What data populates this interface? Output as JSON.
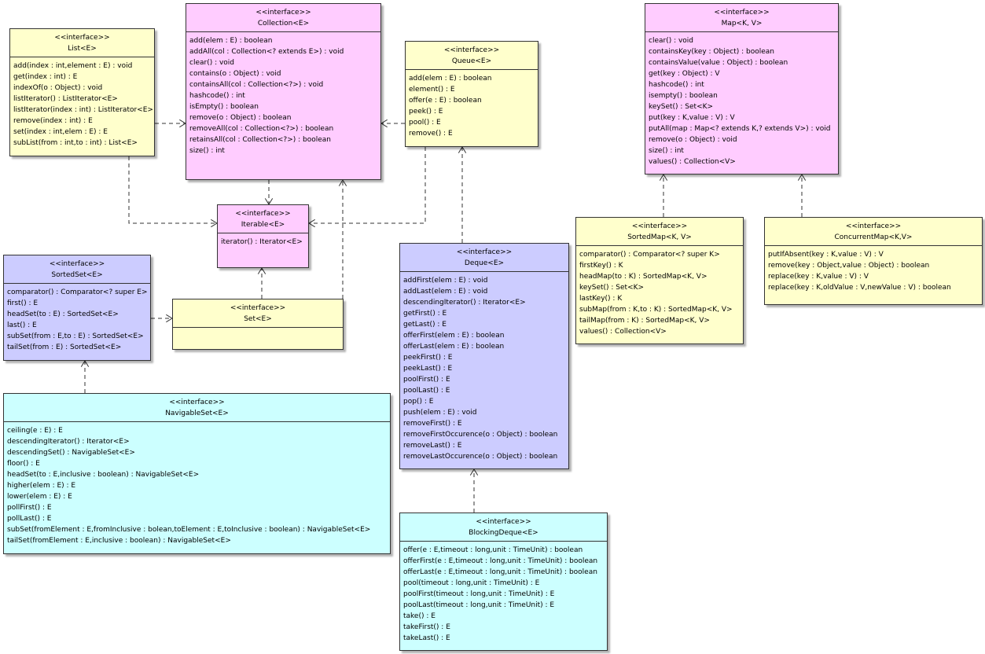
{
  "stereotype": "<<interface>>",
  "colors": {
    "yellow": "#ffffcc",
    "pink": "#ffccff",
    "violet": "#ccccff",
    "cyan": "#ccffff",
    "border": "#333333"
  },
  "interfaces": {
    "list": {
      "name": "List<E>",
      "ops": [
        "add(index : int,element : E) : void",
        "get(index : int) : E",
        "indexOf(o : Object) : void",
        "listIterator() : ListIterator<E>",
        "listIterator(index : int) : ListIterator<E>",
        "remove(index : int) : E",
        "set(index : int,elem : E) : E",
        "subList(from : int,to : int) : List<E>"
      ]
    },
    "collection": {
      "name": "Collection<E>",
      "ops": [
        "add(elem : E) : boolean",
        "addAll(col : Collection<? extends E>) : void",
        "clear() : void",
        "contains(o : Object) : void",
        "containsAll(col : Collection<?>) : void",
        "hashcode() : int",
        "isEmpty() : boolean",
        "remove(o : Object) : boolean",
        "removeAll(col : Collection<?>) : boolean",
        "retainsAll(col : Collection<?>) : boolean",
        "size() : int"
      ]
    },
    "queue": {
      "name": "Queue<E>",
      "ops": [
        "add(elem : E) : boolean",
        "element() : E",
        "offer(e : E) : boolean",
        "peek() : E",
        "pool() : E",
        "remove() : E"
      ]
    },
    "map": {
      "name": "Map<K, V>",
      "ops": [
        "clear() : void",
        "containsKey(key : Object) : boolean",
        "containsValue(value : Object) : boolean",
        "get(key : Object) : V",
        "hashcode() : int",
        "isempty() : boolean",
        "keySet() : Set<K>",
        "put(key : K,value : V) : V",
        "putAll(map : Map<? extends K,? extends V>) : void",
        "remove(o : Object) : void",
        "size() : int",
        "values() : Collection<V>"
      ]
    },
    "iterable": {
      "name": "Iterable<E>",
      "ops": [
        "iterator() : Iterator<E>"
      ]
    },
    "sortedset": {
      "name": "SortedSet<E>",
      "ops": [
        "comparator() : Comparator<? super E>",
        "first() : E",
        "headSet(to : E) : SortedSet<E>",
        "last() : E",
        "subSet(from : E,to : E) : SortedSet<E>",
        "tailSet(from : E) : SortedSet<E>"
      ]
    },
    "set": {
      "name": "Set<E>",
      "ops": []
    },
    "deque": {
      "name": "Deque<E>",
      "ops": [
        "addFirst(elem : E) : void",
        "addLast(elem : E) : void",
        "descendingIterator() : Iterator<E>",
        "getFirst() : E",
        "getLast() : E",
        "offerFirst(elem : E) : boolean",
        "offerLast(elem : E) : boolean",
        "peekFirst() : E",
        "peekLast() : E",
        "poolFirst() : E",
        "poolLast() : E",
        "pop() : E",
        "push(elem : E) : void",
        "removeFirst() : E",
        "removeFirstOccurence(o : Object) : boolean",
        "removeLast() : E",
        "removeLastOccurence(o : Object) : boolean"
      ]
    },
    "sortedmap": {
      "name": "SortedMap<K, V>",
      "ops": [
        "comparator() : Comparator<? super K>",
        "firstKey() : K",
        "headMap(to : K) : SortedMap<K, V>",
        "keySet() : Set<K>",
        "lastKey() : K",
        "subMap(from : K,to : K) : SortedMap<K, V>",
        "tailMap(from : K) : SortedMap<K, V>",
        "values() : Collection<V>"
      ]
    },
    "concurrentmap": {
      "name": "ConcurrentMap<K,V>",
      "ops": [
        "putIfAbsent(key : K,value : V) : V",
        "remove(key : Object,value : Object) : boolean",
        "replace(key : K,value : V) : V",
        "replace(key : K,oldValue : V,newValue : V) : boolean"
      ]
    },
    "navigableset": {
      "name": "NavigableSet<E>",
      "ops": [
        "ceiling(e : E) : E",
        "descendingIterator() : Iterator<E>",
        "descendingSet() : NavigableSet<E>",
        "floor() : E",
        "headSet(to : E,inclusive : boolean) : NavigableSet<E>",
        "higher(elem : E) : E",
        "lower(elem : E) : E",
        "pollFirst() : E",
        "pollLast() : E",
        "subSet(fromElement : E,fromInclusive : bolean,toElement : E,toInclusive : boolean) : NavigableSet<E>",
        "tailSet(fromElement : E,inclusive : boolean) : NavigableSet<E>"
      ]
    },
    "blockingdeque": {
      "name": "BlockingDeque<E>",
      "ops": [
        "offer(e : E,timeout : long,unit : TimeUnit) : boolean",
        "offerFirst(e : E,timeout : long,unit : TimeUnit) : boolean",
        "offerLast(e : E,timeout : long,unit : TimeUnit) : boolean",
        "pool(timeout : long,unit : TimeUnit) : E",
        "poolFirst(timeout : long,unit : TimeUnit) : E",
        "poolLast(timeout : long,unit : TimeUnit) : E",
        "take() : E",
        "takeFirst() : E",
        "takeLast() : E"
      ]
    }
  }
}
